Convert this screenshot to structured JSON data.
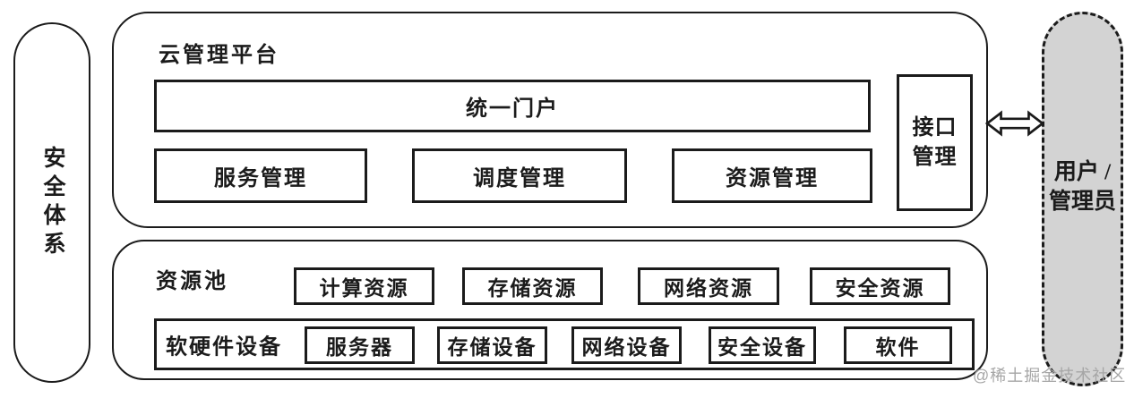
{
  "colors": {
    "line": "#1b1b1b",
    "user_pill_fill": "#d3d3d3",
    "watermark_gray": "#a6a6a6",
    "background": "#ffffff"
  },
  "security_system": {
    "label": "安全体系"
  },
  "cloud_platform": {
    "title": "云管理平台",
    "portal_label": "统一门户",
    "modules": [
      "服务管理",
      "调度管理",
      "资源管理"
    ],
    "interface_label": "接口管理"
  },
  "connection": {
    "icon": "double-headed-arrow"
  },
  "users": {
    "line1": "用户 /",
    "line2": "管理员"
  },
  "resource_pool": {
    "title": "资源池",
    "resources": [
      "计算资源",
      "存储资源",
      "网络资源",
      "安全资源"
    ],
    "devices_label": "软硬件设备",
    "devices": [
      "服务器",
      "存储设备",
      "网络设备",
      "安全设备",
      "软件"
    ]
  },
  "watermark": "@稀土掘金技术社区"
}
